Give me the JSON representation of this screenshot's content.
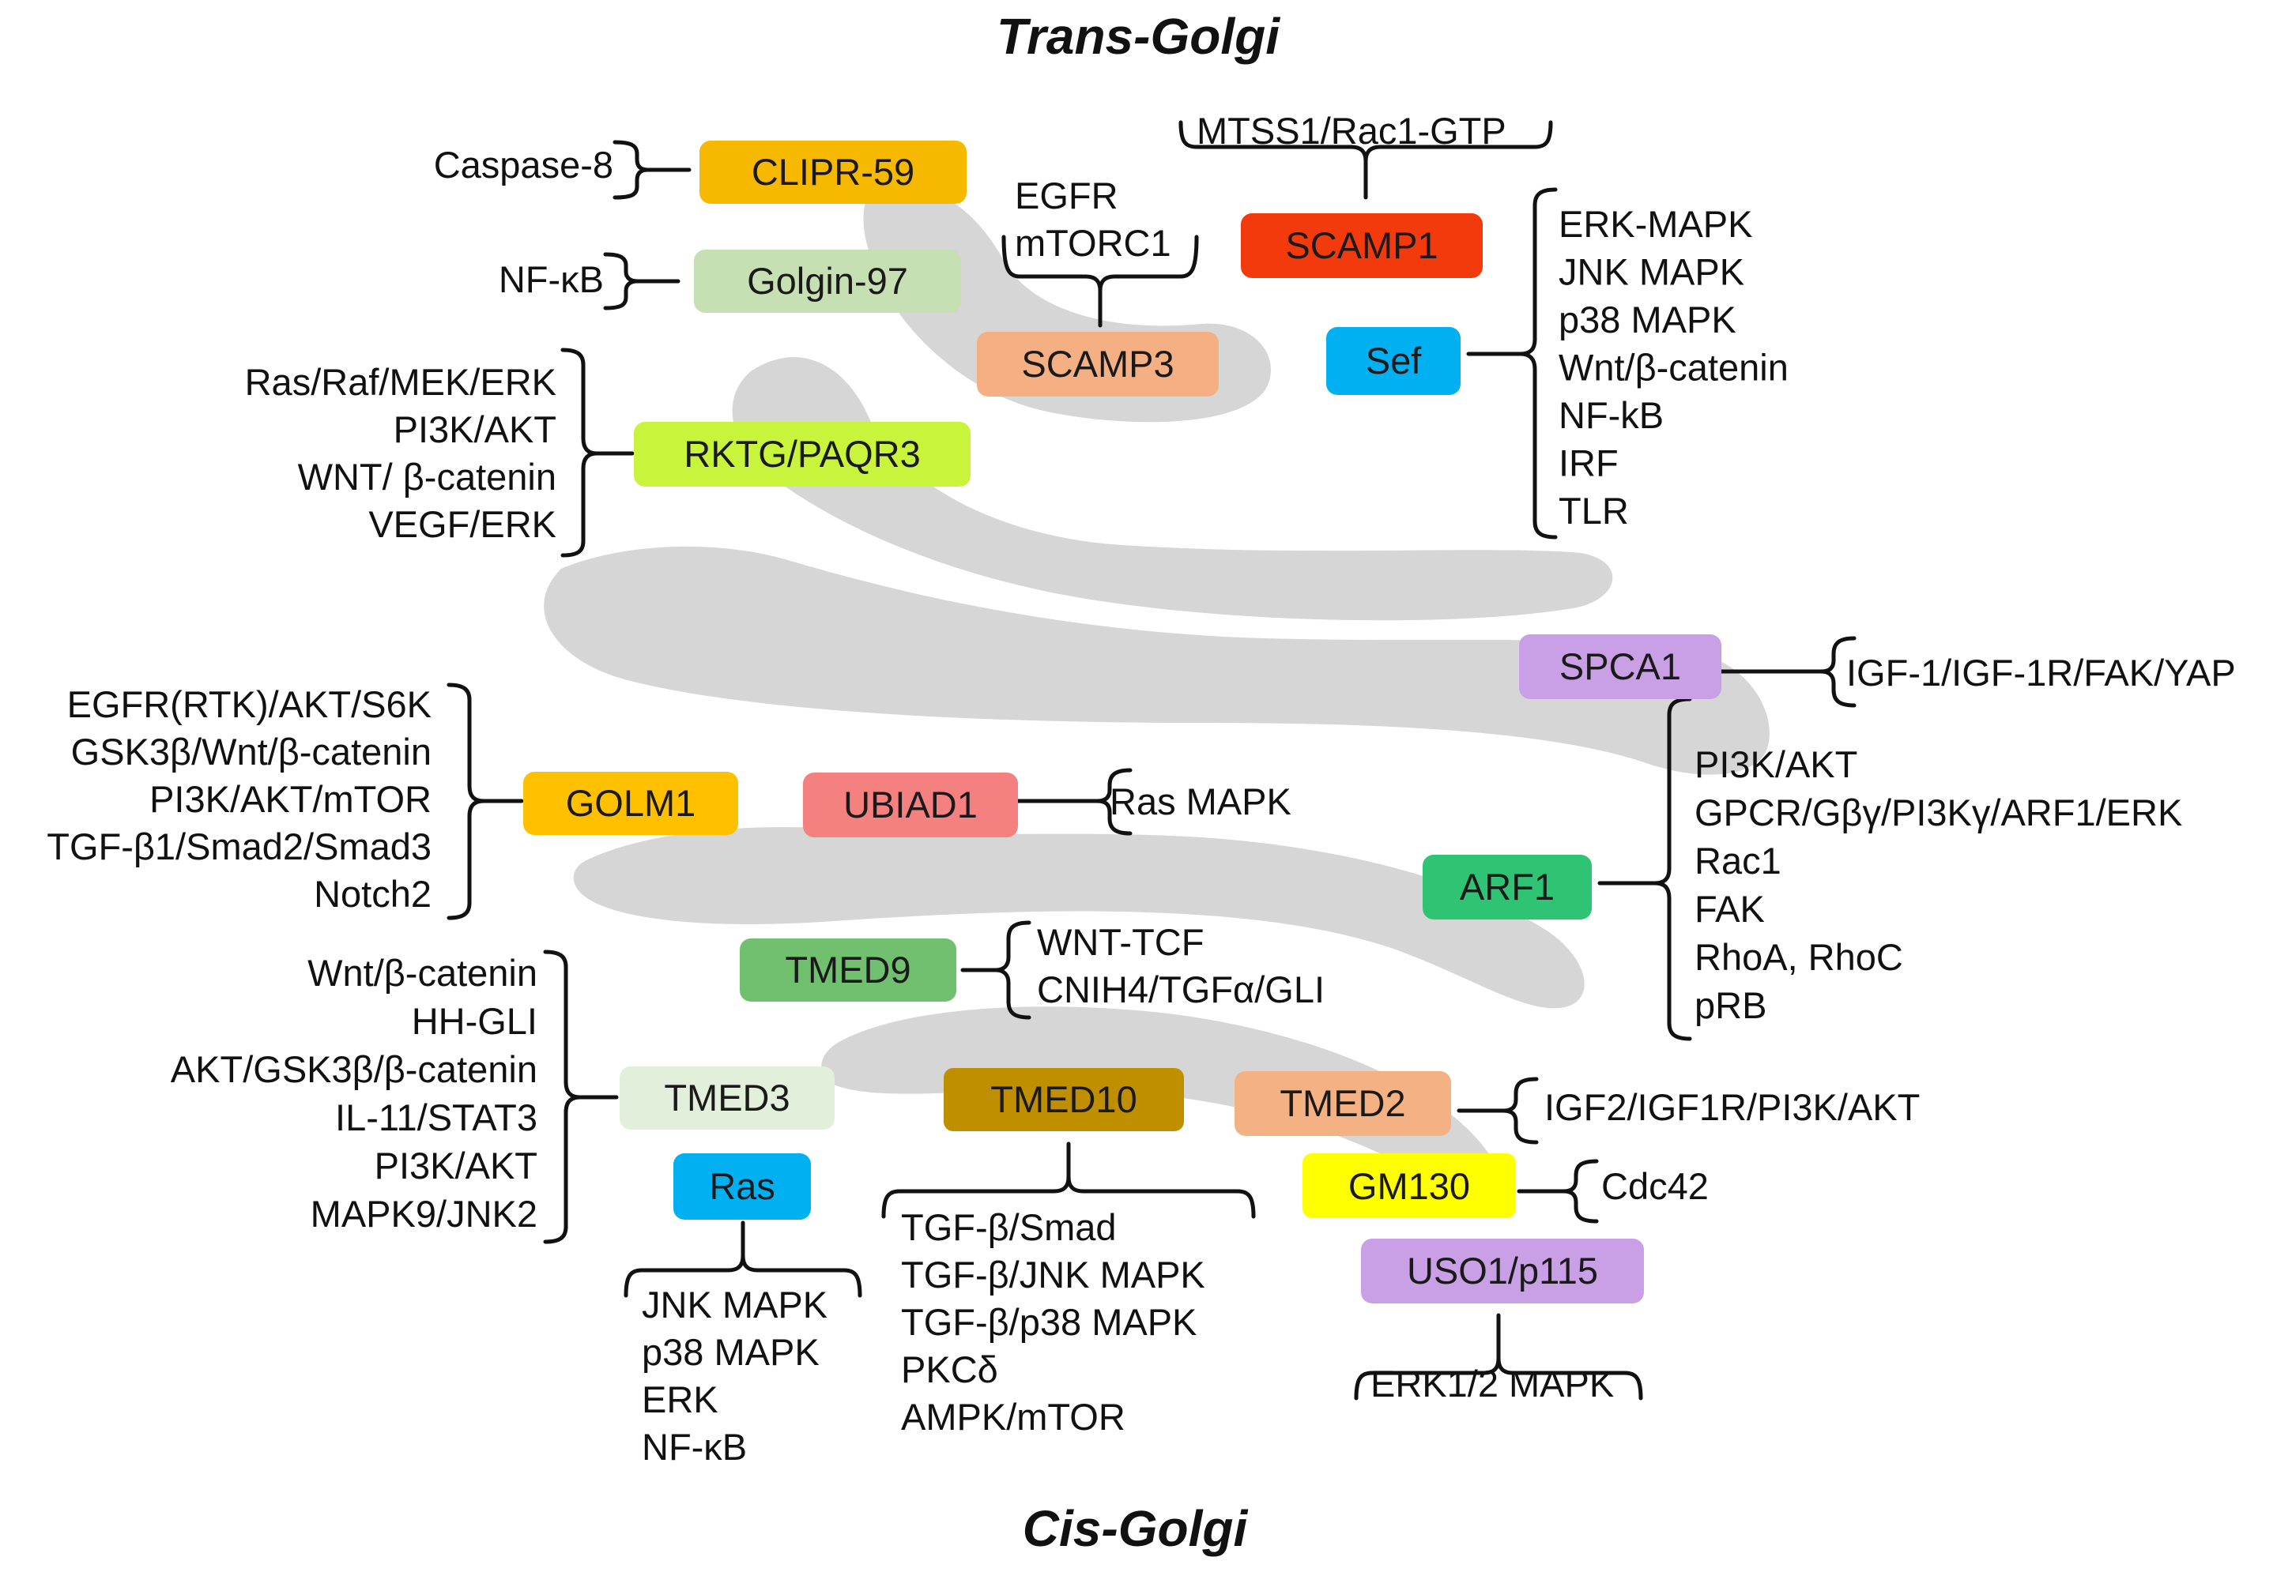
{
  "titles": {
    "top": "Trans-Golgi",
    "bottom": "Cis-Golgi"
  },
  "colors": {
    "cisterna": "#d6d6d6",
    "clipr59": "#f7b800",
    "golgin97": "#c6e0b4",
    "scamp1": "#f23a0c",
    "scamp3": "#f4b083",
    "sef": "#00b0f0",
    "rktg": "#c8f53c",
    "spca1": "#c9a0e6",
    "golm1": "#ffc000",
    "ubiad1": "#f58080",
    "arf1": "#2ec473",
    "tmed9": "#70c070",
    "tmed3": "#e2efda",
    "tmed10": "#bf8f00",
    "tmed2": "#f4b183",
    "ras": "#00b0f0",
    "gm130": "#ffff00",
    "uso1": "#c9a0e6"
  },
  "proteins": {
    "clipr59": "CLIPR-59",
    "golgin97": "Golgin-97",
    "scamp1": "SCAMP1",
    "scamp3": "SCAMP3",
    "sef": "Sef",
    "rktg": "RKTG/PAQR3",
    "spca1": "SPCA1",
    "golm1": "GOLM1",
    "ubiad1": "UBIAD1",
    "arf1": "ARF1",
    "tmed9": "TMED9",
    "tmed3": "TMED3",
    "tmed10": "TMED10",
    "tmed2": "TMED2",
    "ras": "Ras",
    "gm130": "GM130",
    "uso1": "USO1/p115"
  },
  "pathways": {
    "clipr59": [
      "Caspase-8"
    ],
    "golgin97": [
      "NF-κB"
    ],
    "scamp1": [
      "MTSS1/Rac1-GTP"
    ],
    "scamp3": [
      "EGFR",
      "mTORC1"
    ],
    "sef": [
      "ERK-MAPK",
      "JNK MAPK",
      "p38 MAPK",
      "Wnt/β-catenin",
      "NF-kB",
      "IRF",
      "TLR"
    ],
    "rktg": [
      "Ras/Raf/MEK/ERK",
      "PI3K/AKT",
      "WNT/ β-catenin",
      "VEGF/ERK"
    ],
    "spca1": [
      "IGF-1/IGF-1R/FAK/YAP"
    ],
    "golm1": [
      "EGFR(RTK)/AKT/S6K",
      "GSK3β/Wnt/β-catenin",
      "PI3K/AKT/mTOR",
      "TGF-β1/Smad2/Smad3",
      "Notch2"
    ],
    "ubiad1": [
      "Ras MAPK"
    ],
    "arf1": [
      "PI3K/AKT",
      "GPCR/Gβγ/PI3Kγ/ARF1/ERK",
      "Rac1",
      "FAK",
      "RhoA, RhoC",
      "pRB"
    ],
    "tmed9": [
      "WNT-TCF",
      "CNIH4/TGFα/GLI"
    ],
    "tmed3": [
      "Wnt/β-catenin",
      "HH-GLI",
      "AKT/GSK3β/β-catenin",
      "IL-11/STAT3",
      "PI3K/AKT",
      "MAPK9/JNK2"
    ],
    "tmed10": [
      "TGF-β/Smad",
      "TGF-β/JNK MAPK",
      "TGF-β/p38 MAPK",
      "PKCδ",
      "AMPK/mTOR"
    ],
    "tmed2": [
      "IGF2/IGF1R/PI3K/AKT"
    ],
    "ras": [
      "JNK MAPK",
      "p38 MAPK",
      "ERK",
      "NF-κB"
    ],
    "gm130": [
      "Cdc42"
    ],
    "uso1": [
      "ERK1/2 MAPK"
    ]
  }
}
